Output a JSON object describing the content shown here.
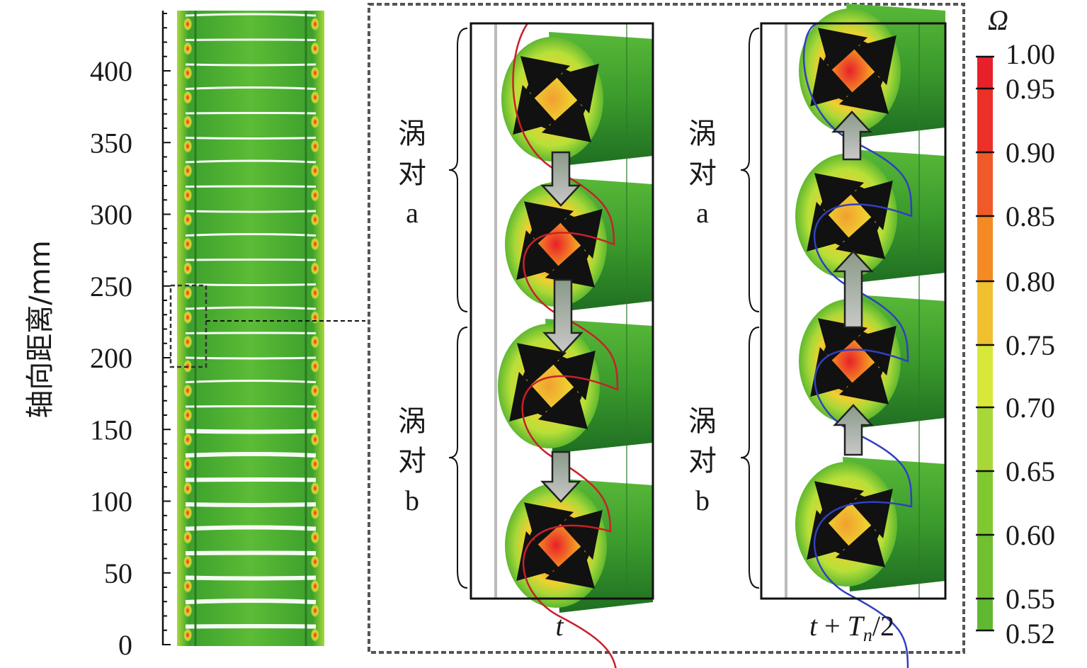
{
  "axis": {
    "ylabel": "轴向距离/mm",
    "ticks": [
      "0",
      "50",
      "100",
      "150",
      "200",
      "250",
      "300",
      "350",
      "400"
    ],
    "tick_values": [
      0,
      50,
      100,
      150,
      200,
      250,
      300,
      350,
      400
    ],
    "range": [
      0,
      440
    ],
    "zoom_region_mm": [
      192,
      250
    ]
  },
  "panels": [
    {
      "caption": "t",
      "direction": "down",
      "streamline_color": "#c8202a",
      "groups": [
        {
          "label_line1": "涡",
          "label_line2": "对",
          "label_line3": "a"
        },
        {
          "label_line1": "涡",
          "label_line2": "对",
          "label_line3": "b"
        }
      ],
      "vortex_intensity": [
        0.82,
        0.92,
        0.85,
        0.93
      ]
    },
    {
      "caption_parts": {
        "t": "t",
        "plus": " + ",
        "T": "T",
        "sub": "n",
        "rest": "/2"
      },
      "direction": "up",
      "streamline_color": "#3040c0",
      "groups": [
        {
          "label_line1": "涡",
          "label_line2": "对",
          "label_line3": "a"
        },
        {
          "label_line1": "涡",
          "label_line2": "对",
          "label_line3": "b"
        }
      ],
      "vortex_intensity": [
        0.95,
        0.78,
        0.92,
        0.85
      ]
    }
  ],
  "colorbar": {
    "title": "Ω",
    "labels": [
      "1.00",
      "0.95",
      "0.90",
      "0.85",
      "0.80",
      "0.75",
      "0.70",
      "0.65",
      "0.60",
      "0.55",
      "0.52"
    ],
    "colors": [
      "#e8202a",
      "#ec3028",
      "#f05a28",
      "#f48a24",
      "#f0c030",
      "#d8e838",
      "#a8d838",
      "#80c830",
      "#70c030",
      "#60b830"
    ]
  }
}
